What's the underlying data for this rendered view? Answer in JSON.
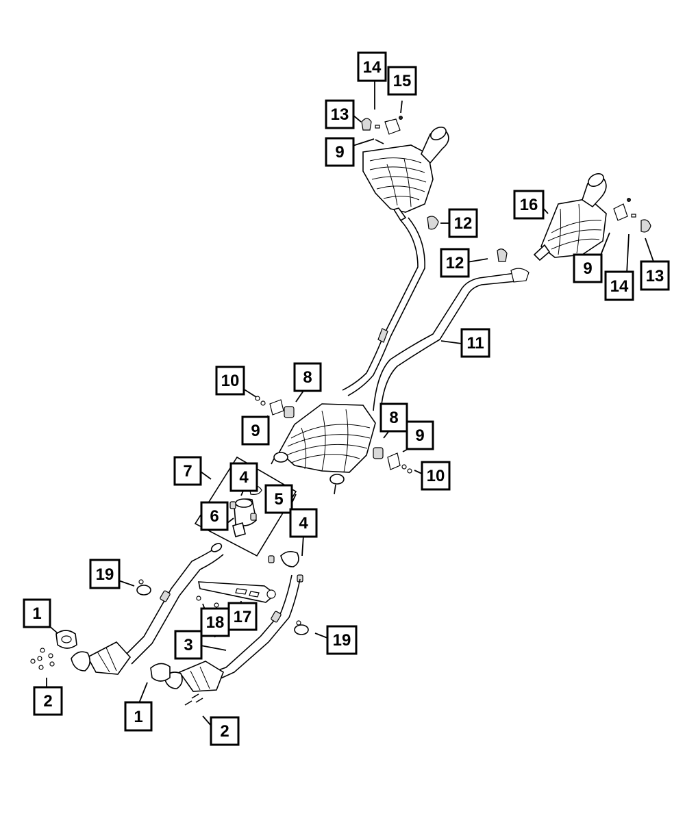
{
  "callouts": [
    {
      "label": "14"
    },
    {
      "label": "15"
    },
    {
      "label": "13"
    },
    {
      "label": "9"
    },
    {
      "label": "16"
    },
    {
      "label": "12"
    },
    {
      "label": "12"
    },
    {
      "label": "9"
    },
    {
      "label": "14"
    },
    {
      "label": "13"
    },
    {
      "label": "11"
    },
    {
      "label": "10"
    },
    {
      "label": "8"
    },
    {
      "label": "9"
    },
    {
      "label": "8"
    },
    {
      "label": "9"
    },
    {
      "label": "10"
    },
    {
      "label": "7"
    },
    {
      "label": "4"
    },
    {
      "label": "5"
    },
    {
      "label": "6"
    },
    {
      "label": "4"
    },
    {
      "label": "19"
    },
    {
      "label": "1"
    },
    {
      "label": "18"
    },
    {
      "label": "17"
    },
    {
      "label": "3"
    },
    {
      "label": "19"
    },
    {
      "label": "2"
    },
    {
      "label": "1"
    },
    {
      "label": "2"
    }
  ]
}
